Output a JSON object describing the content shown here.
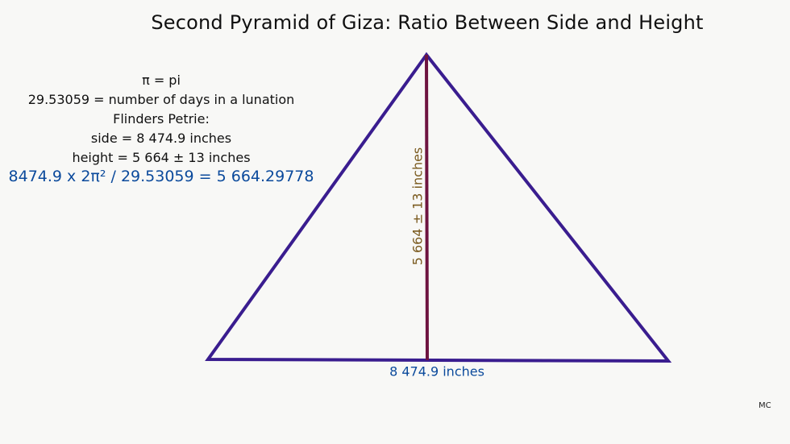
{
  "title": "Second Pyramid of Giza: Ratio Between Side and Height",
  "notes": {
    "pi_definition": "π = pi",
    "lunation": "29.53059 = number of days in a lunation",
    "source": "Flinders Petrie:",
    "side": "side =  8 474.9 inches",
    "height": "height = 5 664 ± 13 inches"
  },
  "formula": "8474.9 x 2π² / 29.53059 = 5 664.29778",
  "diagram": {
    "height_label": "5 664 ± 13 inches",
    "base_label": "8 474.9 inches",
    "colors": {
      "triangle": "#3a1d8f",
      "height_line": "#6e1440",
      "formula_text": "#0b4a9c",
      "height_text": "#7a5a1e"
    }
  },
  "signature": "MC"
}
